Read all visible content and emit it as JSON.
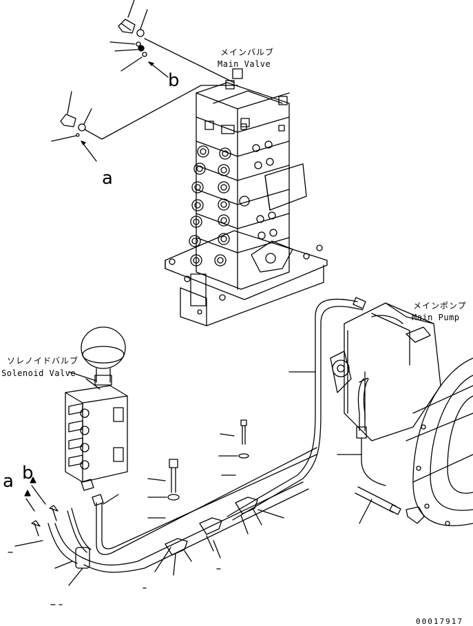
{
  "labels": {
    "main_valve_jp": "メインバルブ",
    "main_valve_en": "Main Valve",
    "main_pump_jp": "メインポンプ",
    "main_pump_en": "Main Pump",
    "solenoid_valve_jp": "ソレノイドバルブ",
    "solenoid_valve_en": "Solenoid Valve"
  },
  "callouts": {
    "a_top": "a",
    "b_top": "b",
    "a_bottom": "a",
    "b_bottom": "b"
  },
  "drawing_code": "00017917"
}
